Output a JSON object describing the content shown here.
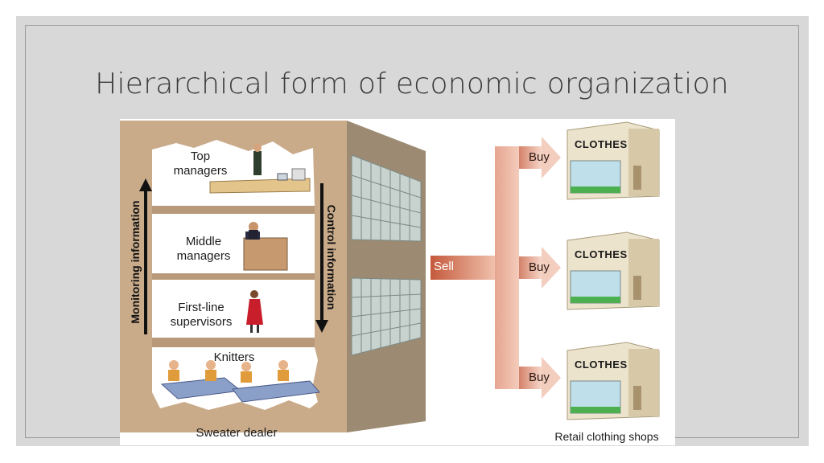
{
  "title": "Hierarchical form of economic organization",
  "building": {
    "levels": [
      {
        "label": "Top\nmanagers"
      },
      {
        "label": "Middle\nmanagers"
      },
      {
        "label": "First-line\nsupervisors"
      },
      {
        "label": "Knitters"
      }
    ],
    "left_arrow": "Monitoring information",
    "right_arrow": "Control information",
    "caption": "Sweater dealer"
  },
  "flow": {
    "sell": "Sell",
    "buy": [
      "Buy",
      "Buy",
      "Buy"
    ]
  },
  "shops": {
    "signs": [
      "CLOTHES",
      "CLOTHES",
      "CLOTHES"
    ],
    "caption": "Retail clothing shops"
  }
}
